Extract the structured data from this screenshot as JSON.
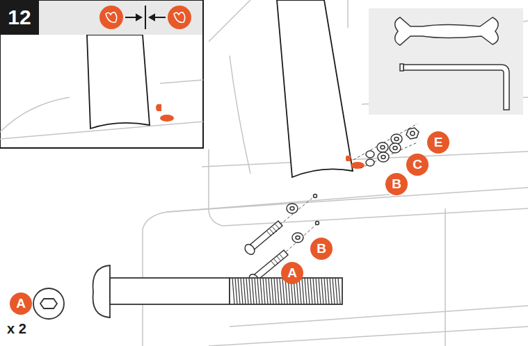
{
  "diagram": {
    "labels": [
      "12",
      "E",
      "C",
      "B",
      "B",
      "A",
      "A",
      "x 2"
    ]
  }
}
